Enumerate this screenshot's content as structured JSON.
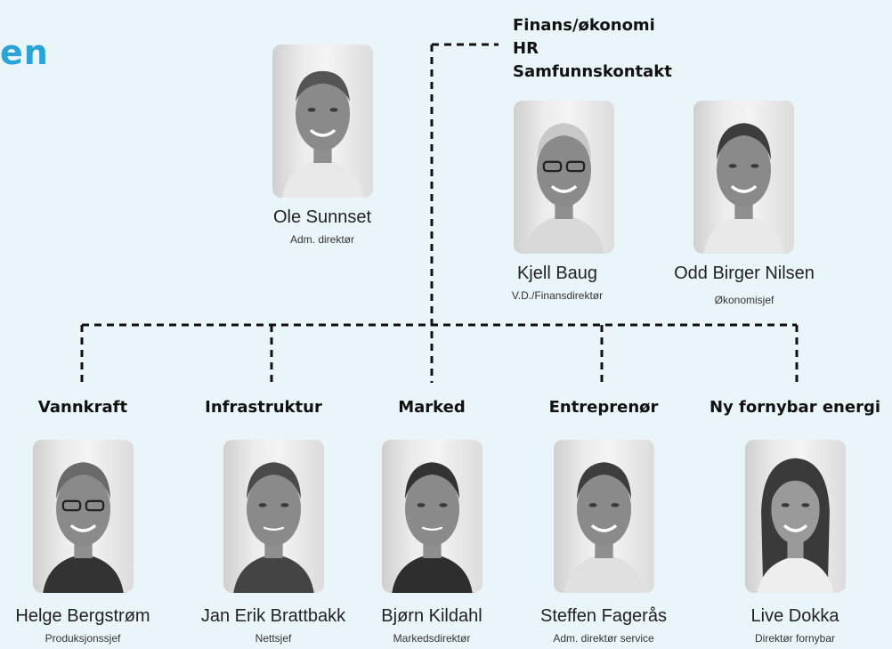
{
  "title": "en",
  "staff_functions": [
    "Finans/økonomi",
    "HR",
    "Samfunnskontakt"
  ],
  "ceo": {
    "name": "Ole Sunnset",
    "role": "Adm. direktør"
  },
  "staff": [
    {
      "name": "Kjell Baug",
      "role": "V.D./Finansdirektør"
    },
    {
      "name": "Odd Birger Nilsen",
      "role": "Økonomisjef"
    }
  ],
  "departments": [
    {
      "label": "Vannkraft",
      "name": "Helge Bergstrøm",
      "role": "Produksjonssjef"
    },
    {
      "label": "Infrastruktur",
      "name": "Jan Erik Brattbakk",
      "role": "Nettsjef"
    },
    {
      "label": "Marked",
      "name": "Bjørn Kildahl",
      "role": "Markedsdirektør"
    },
    {
      "label": "Entreprenør",
      "name": "Steffen Fagerås",
      "role": "Adm. direktør service"
    },
    {
      "label": "Ny fornybar energi",
      "name": "Live Dokka",
      "role": "Direktør fornybar"
    }
  ]
}
